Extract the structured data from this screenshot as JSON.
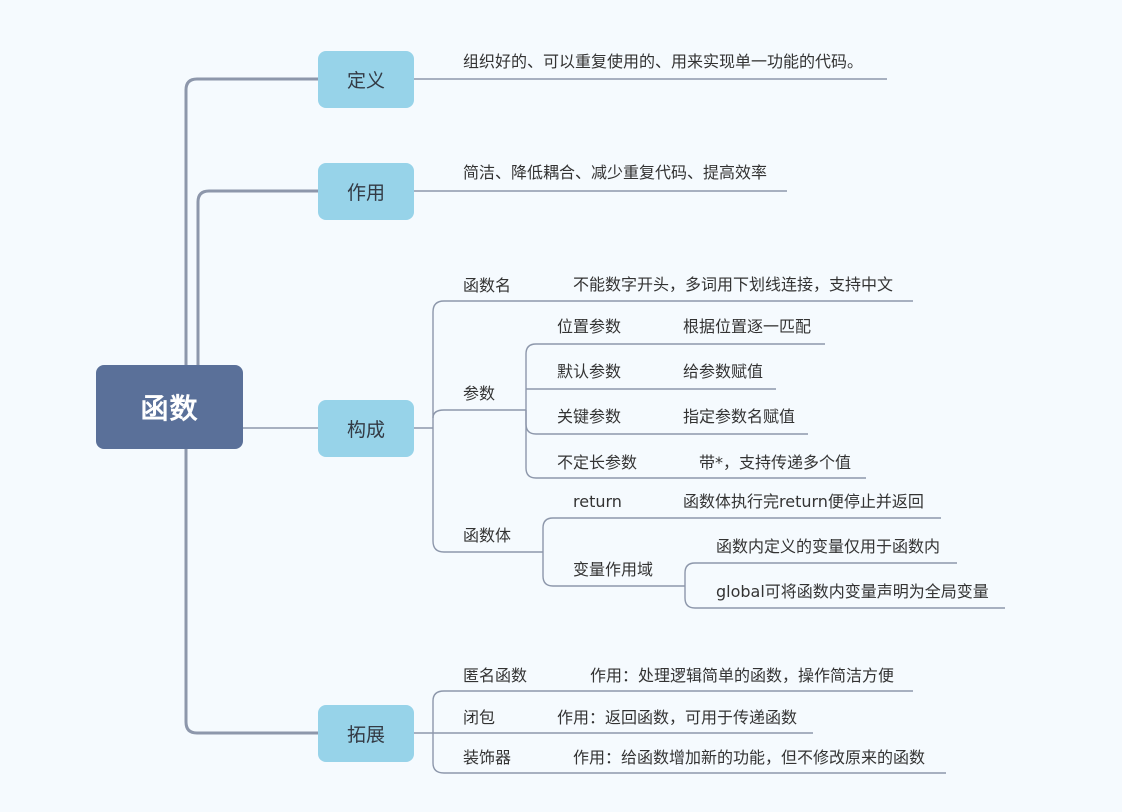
{
  "root": {
    "label": "函数"
  },
  "branches": {
    "definition": {
      "label": "定义",
      "text": "组织好的、可以重复使用的、用来实现单一功能的代码。"
    },
    "purpose": {
      "label": "作用",
      "text": "简洁、降低耦合、减少重复代码、提高效率"
    },
    "composition": {
      "label": "构成",
      "func_name": {
        "label": "函数名",
        "desc": "不能数字开头，多词用下划线连接，支持中文"
      },
      "params": {
        "label": "参数",
        "items": [
          {
            "label": "位置参数",
            "desc": "根据位置逐一匹配"
          },
          {
            "label": "默认参数",
            "desc": "给参数赋值"
          },
          {
            "label": "关键参数",
            "desc": "指定参数名赋值"
          },
          {
            "label": "不定长参数",
            "desc": "带*，支持传递多个值"
          }
        ]
      },
      "body": {
        "label": "函数体",
        "return": {
          "label": "return",
          "desc": "函数体执行完return便停止并返回"
        },
        "scope": {
          "label": "变量作用域",
          "items": [
            "函数内定义的变量仅用于函数内",
            "global可将函数内变量声明为全局变量"
          ]
        }
      }
    },
    "extension": {
      "label": "拓展",
      "items": [
        {
          "label": "匿名函数",
          "desc": "作用：处理逻辑简单的函数，操作简洁方便"
        },
        {
          "label": "闭包",
          "desc": "作用：返回函数，可用于传递函数"
        },
        {
          "label": "装饰器",
          "desc": "作用：给函数增加新的功能，但不修改原来的函数"
        }
      ]
    }
  },
  "colors": {
    "background": "#f5fafe",
    "root_fill": "#5a7099",
    "branch_fill": "#97d3e9",
    "line": "#8d97ab"
  }
}
